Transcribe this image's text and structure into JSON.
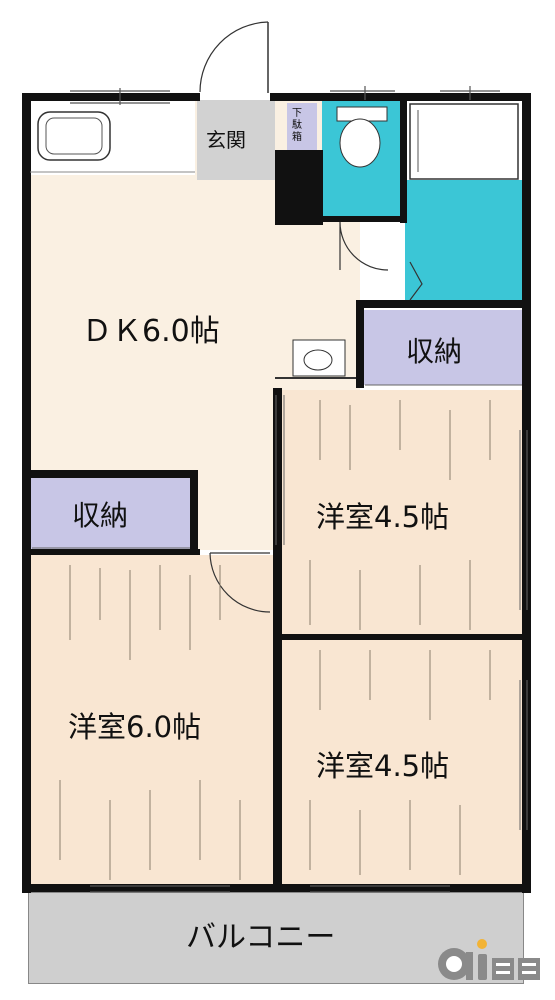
{
  "plan": {
    "rooms": {
      "dk": "ＤＫ6.0帖",
      "storage_top": "収納",
      "storage_left": "収納",
      "western_upper": "洋室4.5帖",
      "western_left": "洋室6.0帖",
      "western_lower": "洋室4.5帖",
      "entrance": "玄関",
      "shoe_box": "下駄箱",
      "balcony": "バルコニー"
    },
    "colors": {
      "tatami_floor": "#f9e6d2",
      "storage": "#c8c6e6",
      "wet_area": "#3bc6d6",
      "dk_floor": "#faf0e2",
      "entrance": "#d2d2d2",
      "balcony": "#cfcfcf",
      "wall": "#111111"
    }
  },
  "logo": {
    "brand_text": "ai賃貸",
    "brand_color": "#8a8a8a",
    "accent_color": "#f2b335"
  }
}
